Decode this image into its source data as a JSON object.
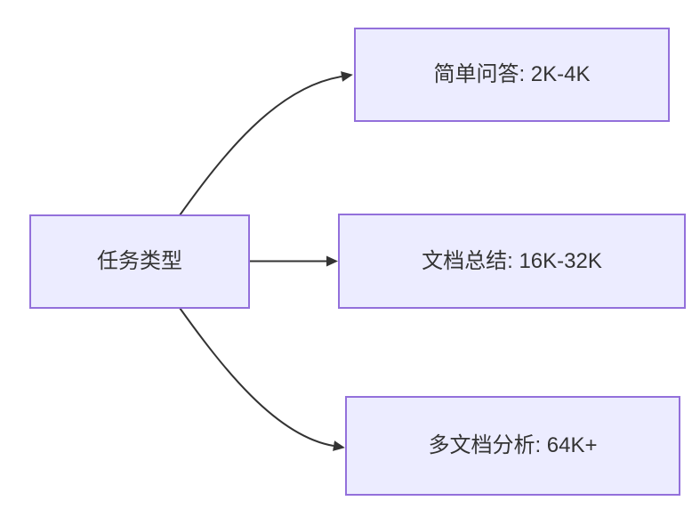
{
  "diagram": {
    "type": "flowchart",
    "direction": "left-to-right",
    "root": {
      "label": "任务类型"
    },
    "branches": [
      {
        "label": "简单问答: 2K-4K"
      },
      {
        "label": "文档总结: 16K-32K"
      },
      {
        "label": "多文档分析: 64K+"
      }
    ],
    "edges": [
      {
        "from": "任务类型",
        "to": "简单问答: 2K-4K"
      },
      {
        "from": "任务类型",
        "to": "文档总结: 16K-32K"
      },
      {
        "from": "任务类型",
        "to": "多文档分析: 64K+"
      }
    ],
    "colors": {
      "node_fill": "#ECECFF",
      "node_border": "#9370DB",
      "edge": "#333333",
      "text": "#333333",
      "background": "#ffffff"
    }
  }
}
